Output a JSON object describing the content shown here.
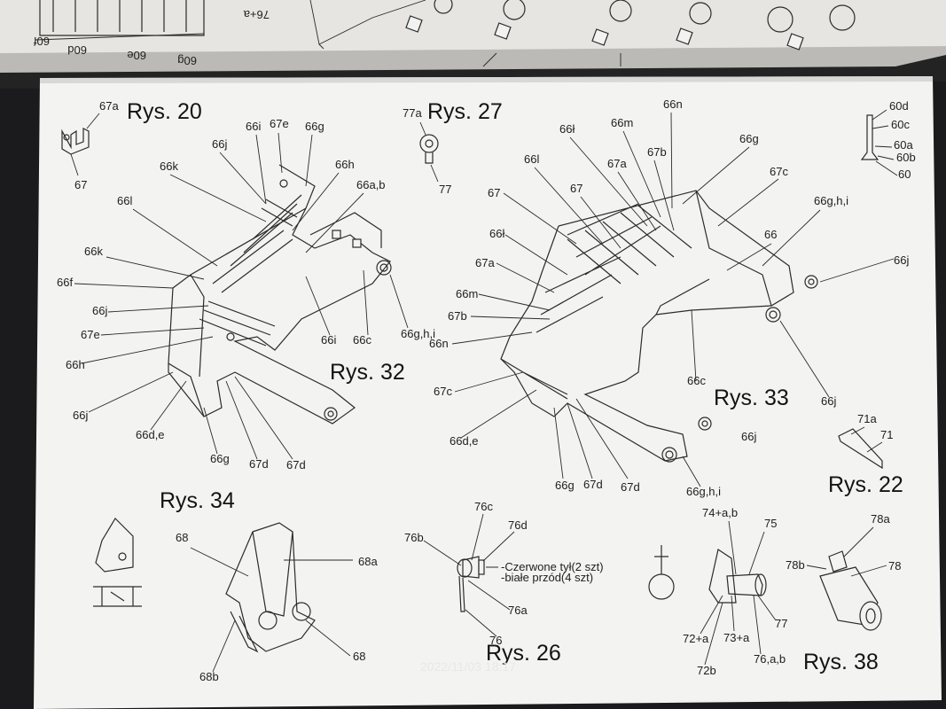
{
  "timestamp": "2022/11/03 18:17",
  "top_page_labels": [
    "60f",
    "60d",
    "60e",
    "60g",
    "76+a"
  ],
  "figures": [
    {
      "id": "rys20",
      "title": "Rys. 20",
      "labels": [
        "67a",
        "67"
      ]
    },
    {
      "id": "rys27",
      "title": "Rys. 27",
      "labels": [
        "77a",
        "77"
      ]
    },
    {
      "id": "rys32",
      "title": "Rys. 32",
      "labels": [
        "66i",
        "67e",
        "66g",
        "66j",
        "66h",
        "66k",
        "66a,b",
        "66l",
        "66k",
        "66f",
        "66j",
        "67e",
        "66h",
        "66i",
        "66c",
        "66g,h,i",
        "66j",
        "66d,e",
        "66g",
        "67d",
        "67d"
      ]
    },
    {
      "id": "rys33",
      "title": "Rys. 33",
      "labels": [
        "66n",
        "66m",
        "66ł",
        "67b",
        "66l",
        "67a",
        "66g",
        "67",
        "67",
        "67c",
        "66ł",
        "66g,h,i",
        "66",
        "67a",
        "66j",
        "66m",
        "67b",
        "66n",
        "67c",
        "66c",
        "66j",
        "66j",
        "66d,e",
        "66g",
        "67d",
        "67d",
        "66g,h,i"
      ]
    },
    {
      "id": "rys60",
      "title": "",
      "labels": [
        "60d",
        "60c",
        "60a",
        "60b",
        "60"
      ]
    },
    {
      "id": "rys22",
      "title": "Rys. 22",
      "labels": [
        "71a",
        "71"
      ]
    },
    {
      "id": "rys34",
      "title": "Rys. 34",
      "labels": [
        "68",
        "68a",
        "68",
        "68b"
      ]
    },
    {
      "id": "rys26",
      "title": "Rys. 26",
      "labels": [
        "76c",
        "76d",
        "76b",
        "76a",
        "76"
      ],
      "note_lines": [
        "-Czerwone tył(2 szt)",
        "-białe przód(4 szt)"
      ]
    },
    {
      "id": "rys30",
      "title": "",
      "labels": [
        "74+a,b",
        "75",
        "72+a",
        "73+a",
        "77",
        "72b",
        "76,a,b"
      ]
    },
    {
      "id": "rys38",
      "title": "Rys. 38",
      "labels": [
        "78a",
        "78b",
        "78"
      ]
    }
  ]
}
